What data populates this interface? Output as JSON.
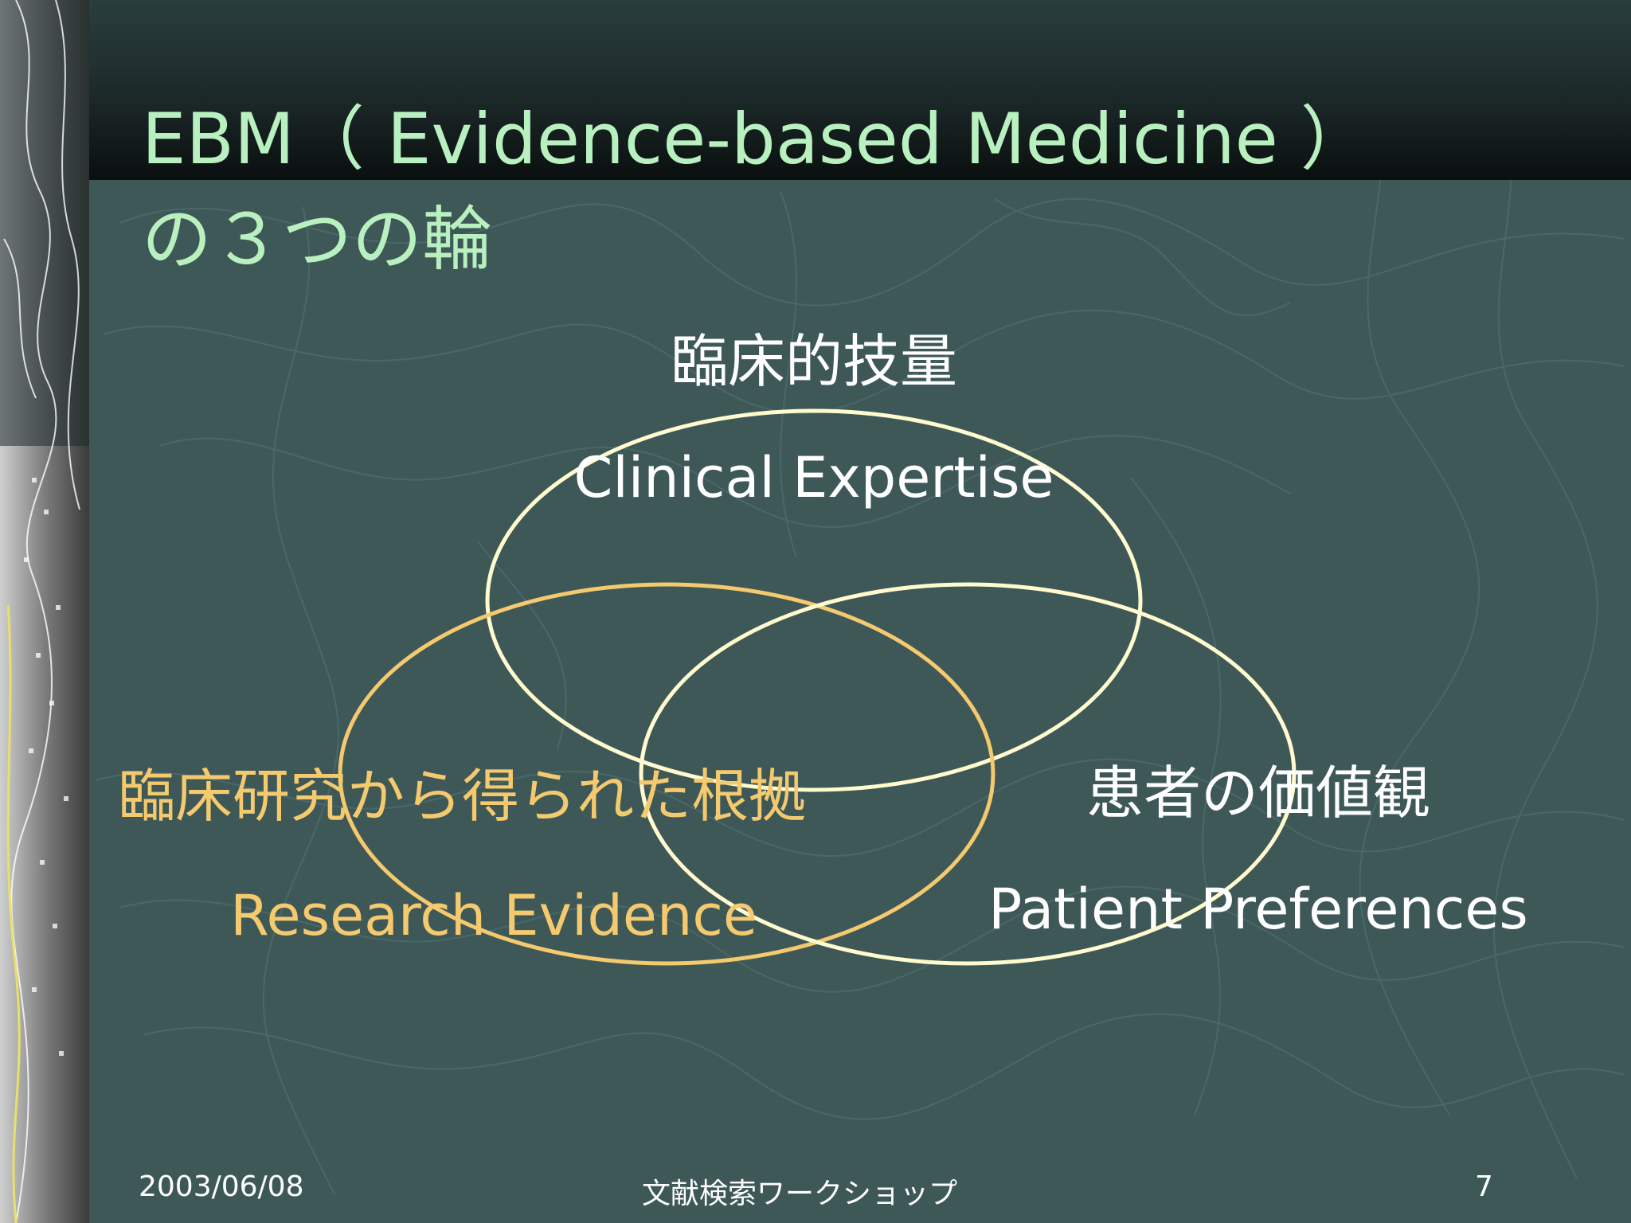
{
  "slide": {
    "title_line1": "EBM（ Evidence-based Medicine ）",
    "title_line2": "の３つの輪",
    "colors": {
      "background": "#3e5858",
      "title": "#b9f0c0",
      "circle_light": "#fffbcf",
      "circle_gold": "#f5c96e",
      "text_light": "#ffffff",
      "text_gold": "#f5c96e"
    }
  },
  "diagram": {
    "circles": [
      {
        "id": "clinical-expertise",
        "label_jp": "臨床的技量",
        "label_en": "Clinical Expertise",
        "color": "#fffbcf"
      },
      {
        "id": "research-evidence",
        "label_jp": "臨床研究から得られた根拠",
        "label_en": "Research Evidence",
        "color": "#f5c96e"
      },
      {
        "id": "patient-preferences",
        "label_jp": "患者の価値観",
        "label_en": "Patient Preferences",
        "color": "#fffbcf"
      }
    ]
  },
  "footer": {
    "date": "2003/06/08",
    "center": "文献検索ワークショップ",
    "page": "7"
  }
}
